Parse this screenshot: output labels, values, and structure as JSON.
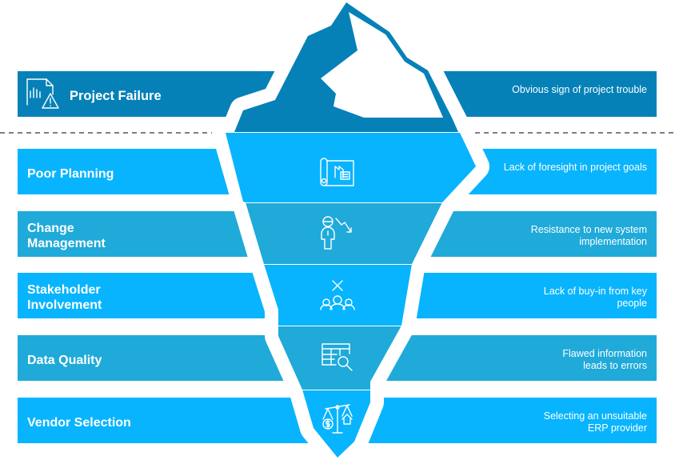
{
  "colors": {
    "above": "#0581b8",
    "bright": "#08b4fd",
    "medium": "#1faad9",
    "waterline": "#555555"
  },
  "items": [
    {
      "title": "Project Failure",
      "desc": "Obvious sign of project trouble",
      "icon": "report-warning-icon"
    },
    {
      "title": "Poor Planning",
      "desc": "Lack of foresight in project goals",
      "icon": "blueprint-icon"
    },
    {
      "title": "Change Management",
      "desc": "Resistance to new system implementation",
      "icon": "person-decline-icon"
    },
    {
      "title": "Stakeholder Involvement",
      "desc": "Lack of buy-in from key people",
      "icon": "group-reject-icon"
    },
    {
      "title": "Data Quality",
      "desc": "Flawed information leads to errors",
      "icon": "table-search-icon"
    },
    {
      "title": "Vendor Selection",
      "desc": "Selecting an unsuitable ERP provider",
      "icon": "balance-scale-icon"
    }
  ]
}
